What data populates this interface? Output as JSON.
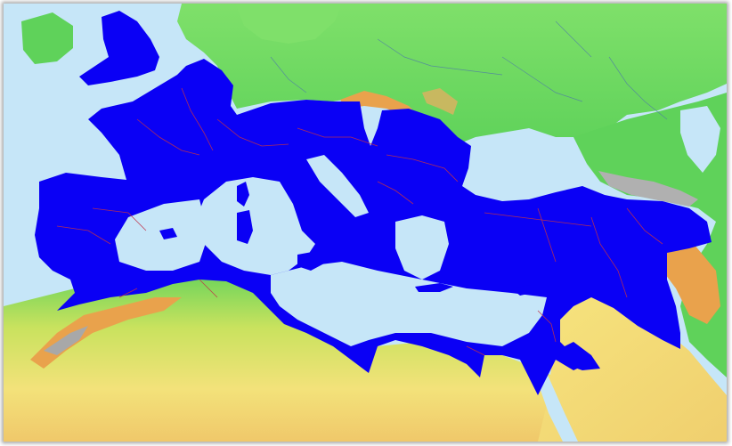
{
  "map": {
    "colors": {
      "sea": "#c6e6f8",
      "lowland": "#5fd25a",
      "midland": "#b9e05a",
      "desert": "#f3e27a",
      "highland": "#e9a24c",
      "peak": "#a8a8a8",
      "empire": "#0a00f5",
      "province_border": "#c0314a",
      "river": "#4a6fb0"
    },
    "regions": [
      "empire-territory",
      "north-europe-land",
      "north-africa-land",
      "arabia-land",
      "britain-territory",
      "ireland-land",
      "scandinavia-land",
      "caspian-region-land"
    ]
  }
}
